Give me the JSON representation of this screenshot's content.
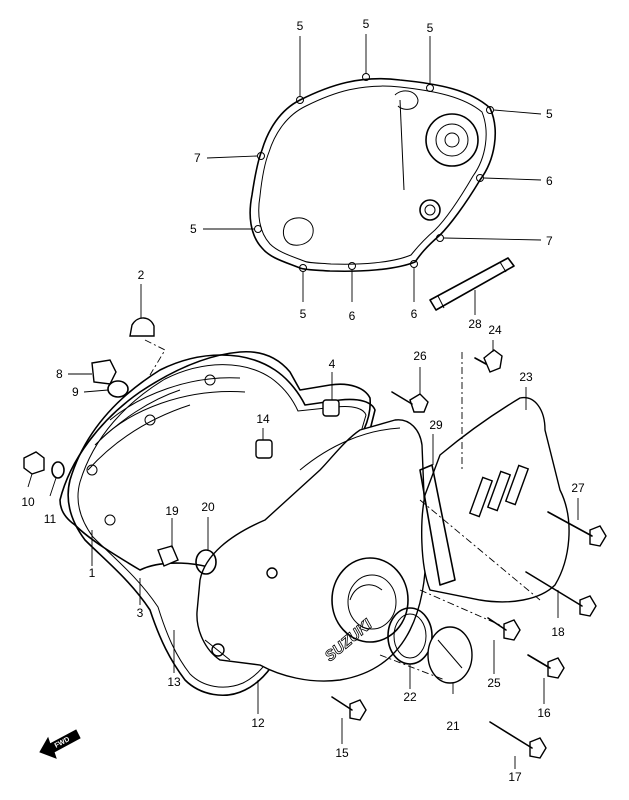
{
  "diagram": {
    "brand_mark": "SUZUKI",
    "direction_label": "FWD",
    "callouts": [
      {
        "id": "c5a",
        "label": "5"
      },
      {
        "id": "c5b",
        "label": "5"
      },
      {
        "id": "c5c",
        "label": "5"
      },
      {
        "id": "c5d",
        "label": "5"
      },
      {
        "id": "c7a",
        "label": "7"
      },
      {
        "id": "c6a",
        "label": "6"
      },
      {
        "id": "c5e",
        "label": "5"
      },
      {
        "id": "c7b",
        "label": "7"
      },
      {
        "id": "c5f",
        "label": "5"
      },
      {
        "id": "c6b",
        "label": "6"
      },
      {
        "id": "c6c",
        "label": "6"
      },
      {
        "id": "c28",
        "label": "28"
      },
      {
        "id": "c2",
        "label": "2"
      },
      {
        "id": "c24",
        "label": "24"
      },
      {
        "id": "c8",
        "label": "8"
      },
      {
        "id": "c26",
        "label": "26"
      },
      {
        "id": "c4",
        "label": "4"
      },
      {
        "id": "c23",
        "label": "23"
      },
      {
        "id": "c9",
        "label": "9"
      },
      {
        "id": "c14",
        "label": "14"
      },
      {
        "id": "c29",
        "label": "29"
      },
      {
        "id": "c10",
        "label": "10"
      },
      {
        "id": "c11",
        "label": "11"
      },
      {
        "id": "c27",
        "label": "27"
      },
      {
        "id": "c19",
        "label": "19"
      },
      {
        "id": "c20",
        "label": "20"
      },
      {
        "id": "c1",
        "label": "1"
      },
      {
        "id": "c3",
        "label": "3"
      },
      {
        "id": "c18",
        "label": "18"
      },
      {
        "id": "c13",
        "label": "13"
      },
      {
        "id": "c25",
        "label": "25"
      },
      {
        "id": "c22",
        "label": "22"
      },
      {
        "id": "c16",
        "label": "16"
      },
      {
        "id": "c12",
        "label": "12"
      },
      {
        "id": "c21",
        "label": "21"
      },
      {
        "id": "c15",
        "label": "15"
      },
      {
        "id": "c17",
        "label": "17"
      }
    ]
  }
}
